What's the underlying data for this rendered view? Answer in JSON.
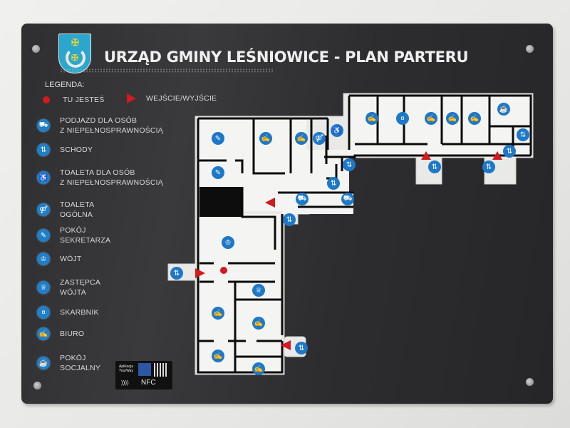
{
  "sign": {
    "title": "URZĄD GMINY LEŚNIOWICE - PLAN PARTERU",
    "logo": "coat-of-arms-lesniowice",
    "colors": {
      "plaque": "#2f2f31",
      "map_floor": "#f4f4f2",
      "walls": "#0a0a0a",
      "icon_blue": "#1e78c8",
      "marker_red": "#d21a1f",
      "text": "#efefef"
    }
  },
  "legend": {
    "title": "LEGENDA:",
    "you_are_here": {
      "label": "TU JESTEŚ",
      "icon": "red-dot"
    },
    "entrance": {
      "label": "WEJŚCIE/WYJŚCIE",
      "icon": "red-triangle"
    },
    "items": [
      {
        "label_1": "PODJAZD DLA OSÓB",
        "label_2": "Z NIEPEŁNOSPRAWNOŚCIĄ",
        "icon": "ramp-icon",
        "glyph": "⛟"
      },
      {
        "label_1": "SCHODY",
        "label_2": "",
        "icon": "stairs-icon",
        "glyph": "⇅"
      },
      {
        "label_1": "TOALETA DLA OSÓB",
        "label_2": "Z NIEPEŁNOSPRAWNOŚCIĄ",
        "icon": "wheelchair-icon",
        "glyph": "♿"
      },
      {
        "label_1": "TOALETA",
        "label_2": "OGÓLNA",
        "icon": "toilet-icon",
        "glyph": "⚤"
      },
      {
        "label_1": "POKÓJ",
        "label_2": "SEKRETARZA",
        "icon": "secretary-icon",
        "glyph": "✎"
      },
      {
        "label_1": "WÓJT",
        "label_2": "",
        "icon": "mayor-icon",
        "glyph": "♔"
      },
      {
        "label_1": "ZASTĘPCA",
        "label_2": "WÓJTA",
        "icon": "deputy-mayor-icon",
        "glyph": "♕"
      },
      {
        "label_1": "SKARBNIK",
        "label_2": "",
        "icon": "treasurer-icon",
        "glyph": "¤"
      },
      {
        "label_1": "BIURO",
        "label_2": "",
        "icon": "office-icon",
        "glyph": "✍"
      },
      {
        "label_1": "POKÓJ",
        "label_2": "SOCJALNY",
        "icon": "social-room-icon",
        "glyph": "☕"
      }
    ]
  },
  "app_badge": {
    "app_label_1": "Aplikacja",
    "app_label_2": "YourWay",
    "nfc_label": "NFC",
    "contactless_glyph": "))))"
  }
}
